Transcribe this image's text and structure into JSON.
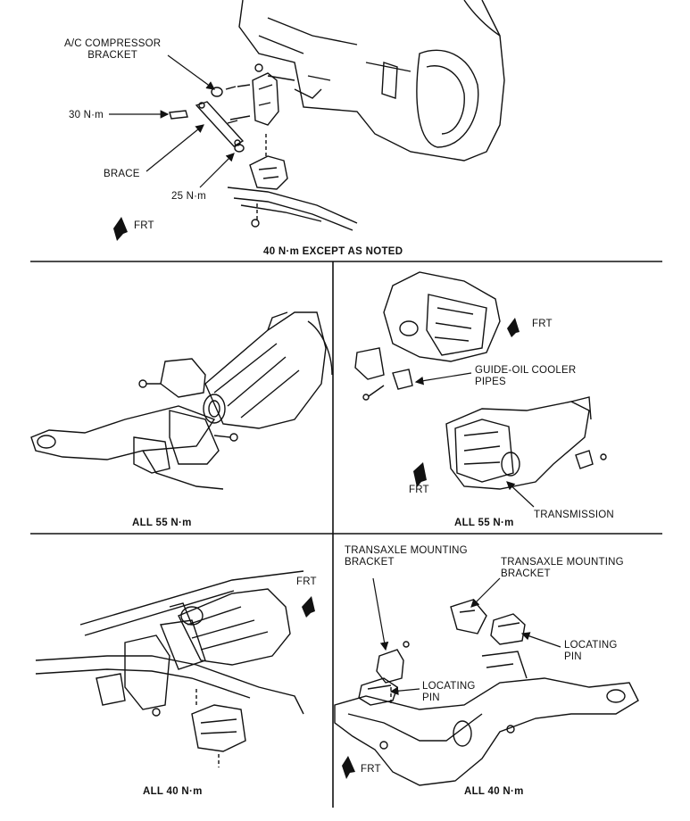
{
  "panel_top": {
    "labels": {
      "ac_bracket": "A/C COMPRESSOR\nBRACKET",
      "torque_30": "30 N·m",
      "brace": "BRACE",
      "torque_25": "25 N·m",
      "frt": "FRT"
    },
    "caption": "40 N·m EXCEPT AS NOTED"
  },
  "panel_mid_left": {
    "caption": "ALL 55 N·m"
  },
  "panel_mid_right": {
    "labels": {
      "frt_upper": "FRT",
      "guide": "GUIDE-OIL COOLER\nPIPES",
      "frt_lower": "FRT",
      "transmission": "TRANSMISSION"
    },
    "caption": "ALL 55 N·m"
  },
  "panel_bot_left": {
    "labels": {
      "frt": "FRT"
    },
    "caption": "ALL 40 N·m"
  },
  "panel_bot_right": {
    "labels": {
      "bracket_left": "TRANSAXLE MOUNTING\nBRACKET",
      "bracket_right": "TRANSAXLE MOUNTING\nBRACKET",
      "pin_right": "LOCATING\nPIN",
      "pin_left": "LOCATING\nPIN",
      "frt": "FRT"
    },
    "caption": "ALL 40 N·m"
  }
}
